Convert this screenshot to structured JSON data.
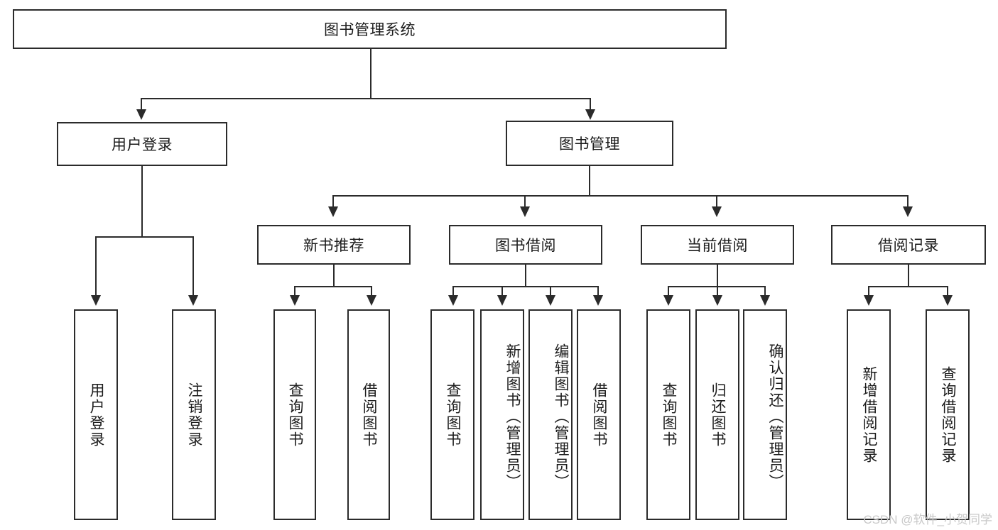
{
  "diagram": {
    "title": "图书管理系统",
    "type": "hierarchy-tree",
    "root": {
      "label": "图书管理系统"
    },
    "level2": [
      {
        "label": "用户登录"
      },
      {
        "label": "图书管理"
      }
    ],
    "level3": [
      {
        "label": "新书推荐"
      },
      {
        "label": "图书借阅"
      },
      {
        "label": "当前借阅"
      },
      {
        "label": "借阅记录"
      }
    ],
    "leaves": {
      "user_login": [
        {
          "label": "用户登录"
        },
        {
          "label": "注销登录"
        }
      ],
      "new_book_recommend": [
        {
          "label": "查询图书"
        },
        {
          "label": "借阅图书"
        }
      ],
      "book_borrow": [
        {
          "label": "查询图书"
        },
        {
          "label": "新增图书（管理员）"
        },
        {
          "label": "编辑图书（管理员）"
        },
        {
          "label": "借阅图书"
        }
      ],
      "current_borrow": [
        {
          "label": "查询图书"
        },
        {
          "label": "归还图书"
        },
        {
          "label": "确认归还（管理员）"
        }
      ],
      "borrow_record": [
        {
          "label": "新增借阅记录"
        },
        {
          "label": "查询借阅记录"
        }
      ]
    }
  },
  "watermark": {
    "text": "CSDN @软件_小贺同学"
  },
  "colors": {
    "stroke": "#2b2b2b",
    "text": "#1b1b1b",
    "background": "#ffffff",
    "watermark": "#c9c9c9"
  }
}
